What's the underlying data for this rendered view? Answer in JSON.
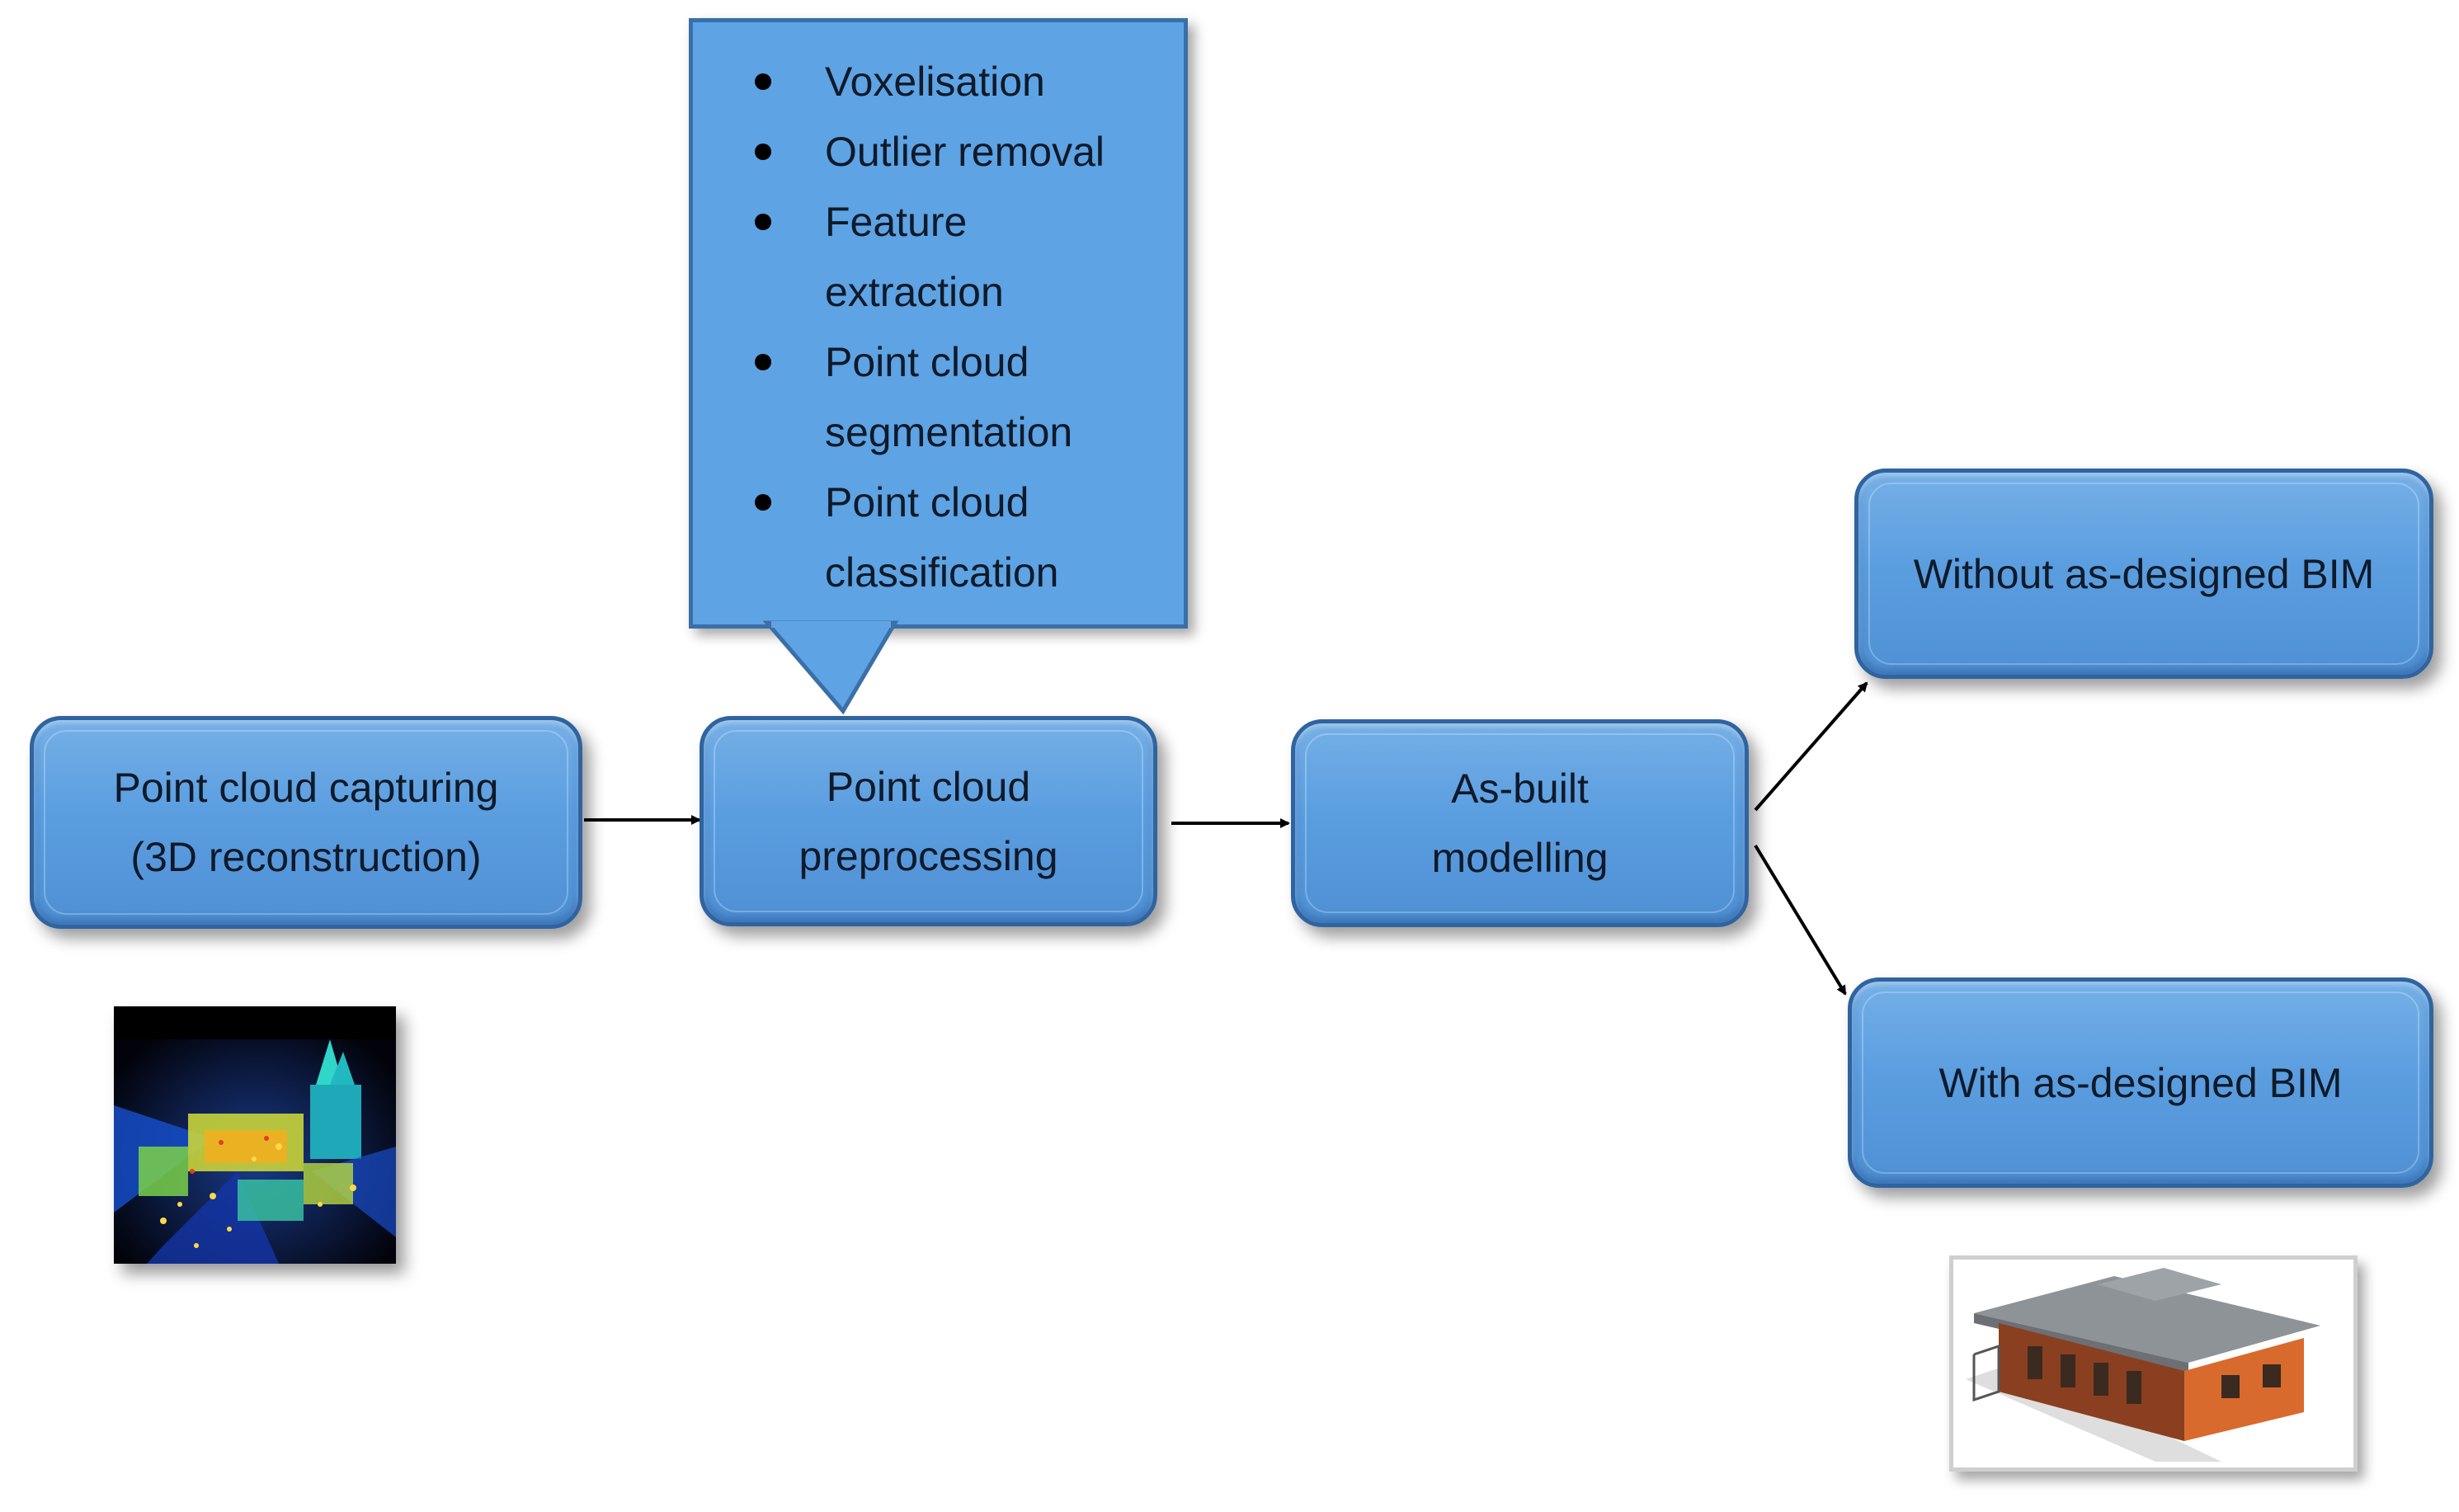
{
  "steps": {
    "capture": "Point cloud capturing\n(3D reconstruction)",
    "preprocess": "Point cloud\npreprocessing",
    "asbuilt": "As-built\nmodelling",
    "without": "Without as-designed BIM",
    "with": "With as-designed BIM"
  },
  "preprocessing_steps": [
    "Voxelisation",
    "Outlier removal",
    "Feature\nextraction",
    "Point cloud\nsegmentation",
    "Point cloud\nclassification"
  ],
  "colors": {
    "box_fill": "#5b9ee0",
    "box_border": "#2f64a0",
    "arrow": "#000000"
  },
  "images": {
    "point_cloud": "point-cloud-scan-image",
    "bim_model": "bim-building-model-image"
  }
}
